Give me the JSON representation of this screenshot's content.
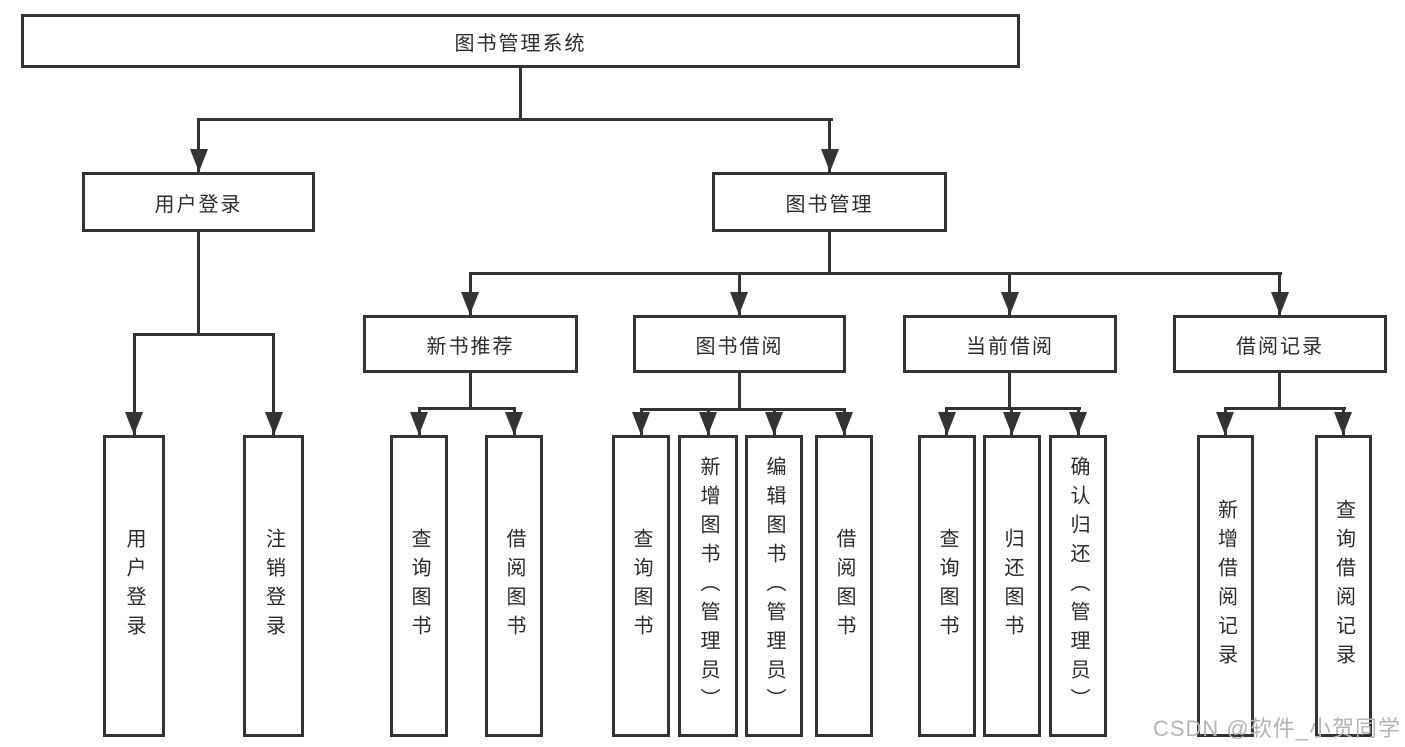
{
  "diagram": {
    "root": "图书管理系统",
    "user_login": {
      "label": "用户登录",
      "children": [
        "用户登录",
        "注销登录"
      ]
    },
    "book_mgmt": {
      "label": "图书管理",
      "sections": [
        {
          "label": "新书推荐",
          "children": [
            "查询图书",
            "借阅图书"
          ]
        },
        {
          "label": "图书借阅",
          "children": [
            "查询图书",
            "新增图书（管理员）",
            "编辑图书（管理员）",
            "借阅图书"
          ]
        },
        {
          "label": "当前借阅",
          "children": [
            "查询图书",
            "归还图书",
            "确认归还（管理员）"
          ]
        },
        {
          "label": "借阅记录",
          "children": [
            "新增借阅记录",
            "查询借阅记录"
          ]
        }
      ]
    },
    "line_color": "#333333"
  },
  "watermark": "CSDN @软件_小贺同学"
}
